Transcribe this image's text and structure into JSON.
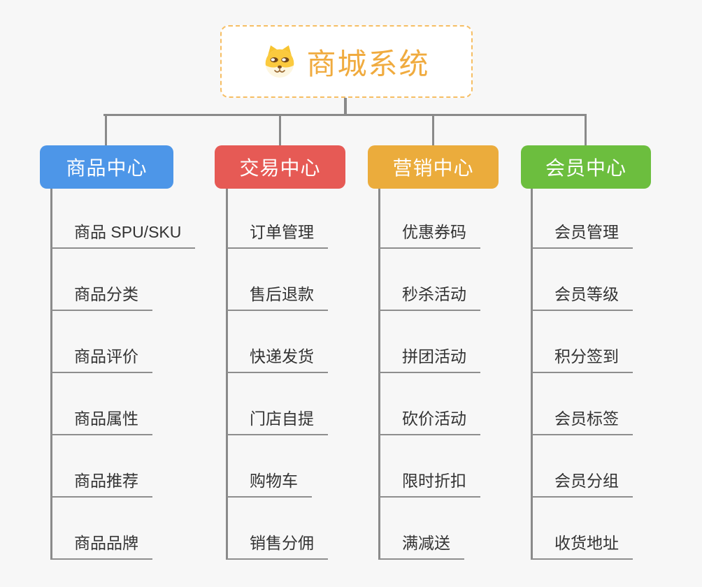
{
  "page": {
    "background": "#F7F7F7"
  },
  "root": {
    "title": "商城系统",
    "icon": "dog-face-icon",
    "title_color": "#F0AB3F",
    "border_color": "#F6BE63",
    "background": "#FFFFFF"
  },
  "connectors": {
    "color": "#8A8A8A",
    "leaf_underline_color": "#8E8E8E"
  },
  "branches": [
    {
      "label": "商品中心",
      "color": "#4D96E8",
      "items": [
        "商品 SPU/SKU",
        "商品分类",
        "商品评价",
        "商品属性",
        "商品推荐",
        "商品品牌"
      ]
    },
    {
      "label": "交易中心",
      "color": "#E65A55",
      "items": [
        "订单管理",
        "售后退款",
        "快递发货",
        "门店自提",
        "购物车",
        "销售分佣"
      ]
    },
    {
      "label": "营销中心",
      "color": "#EBAC3C",
      "items": [
        "优惠券码",
        "秒杀活动",
        "拼团活动",
        "砍价活动",
        "限时折扣",
        "满减送"
      ]
    },
    {
      "label": "会员中心",
      "color": "#6CBE3E",
      "items": [
        "会员管理",
        "会员等级",
        "积分签到",
        "会员标签",
        "会员分组",
        "收货地址"
      ]
    }
  ]
}
